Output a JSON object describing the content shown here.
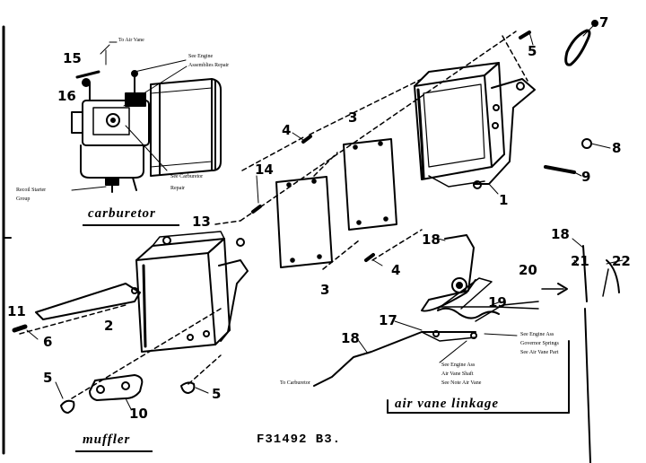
{
  "numbers": {
    "n1": "1",
    "n2": "2",
    "n3a": "3",
    "n3b": "3",
    "n4a": "4",
    "n4b": "4",
    "n5a": "5",
    "n5b": "5",
    "n5c": "5",
    "n6": "6",
    "n7": "7",
    "n8": "8",
    "n9": "9",
    "n10": "10",
    "n11": "11",
    "n13": "13",
    "n14": "14",
    "n15": "15",
    "n16": "16",
    "n17": "17",
    "n18a": "18",
    "n18b": "18",
    "n18c": "18",
    "n19": "19",
    "n20": "20",
    "n21": "21",
    "n22": "22"
  },
  "callouts": {
    "c1": "To Air Vane",
    "c2a": "See Engine",
    "c2b": "Assemblies Repair",
    "c3a": "See Carburetor",
    "c3b": "Repair",
    "c4a": "Recoil Starter",
    "c4b": "Group",
    "c5a": "See Engine Ass",
    "c5b": "Governor Springs",
    "c5c": "See Air Vane Part",
    "c6a": "See Engine Ass",
    "c6b": "Air Vane Shaft",
    "c6c": "See Note Air Vane",
    "c7": "To Carburetor"
  },
  "titles": {
    "carburetor": "carburetor",
    "muffler": "muffler",
    "air_vane": "air vane linkage"
  },
  "figure_code": "F31492   B3."
}
